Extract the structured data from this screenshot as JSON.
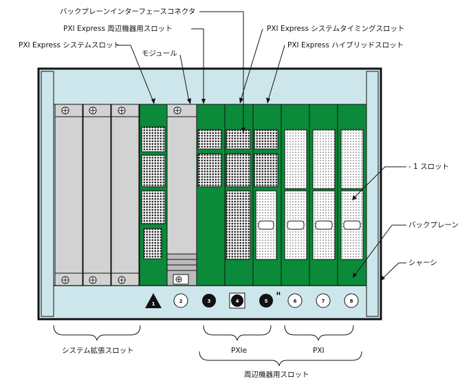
{
  "callouts": {
    "backplane_connector": "バックプレーンインターフェースコネクタ",
    "peripheral_slot": "PXI Express 周辺機器用スロット",
    "system_timing_slot": "PXI Express システムタイミングスロット",
    "system_slot": "PXI Express システムスロット",
    "module": "モジュール",
    "hybrid_slot": "PXI Express ハイブリッドスロット",
    "minus_one_slot": "- 1 スロット",
    "backplane": "バックプレーン",
    "chassis": "シャーシ"
  },
  "slot_numbers": [
    "1",
    "2",
    "3",
    "4",
    "5",
    "6",
    "7",
    "8"
  ],
  "timing_marker": "H",
  "brackets": {
    "system_expansion": "システム拡張スロット",
    "pxie": "PXIe",
    "pxi": "PXI",
    "peripheral": "周辺機器用スロット"
  },
  "colors": {
    "chassis_fill": "#cde6ec",
    "backplane_green": "#0b8a3a",
    "module_gray": "#d2d2d2",
    "outline": "#111111"
  }
}
